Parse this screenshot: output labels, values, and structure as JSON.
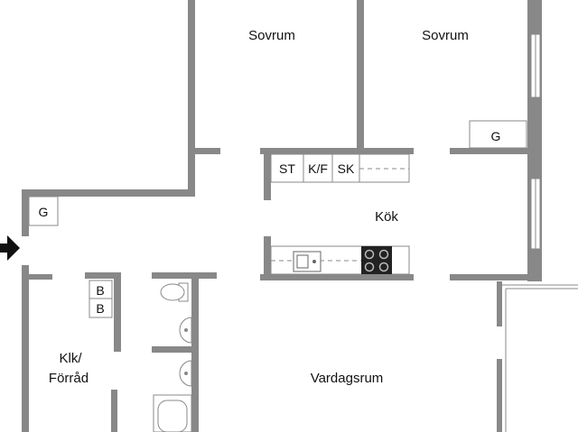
{
  "rooms": {
    "bedroom_left": "Sovrum",
    "bedroom_right": "Sovrum",
    "kitchen": "Kök",
    "living_room": "Vardagsrum",
    "closet_line1": "Klk/",
    "closet_line2": "Förråd"
  },
  "fixtures": {
    "wardrobe_right": "G",
    "wardrobe_entry": "G",
    "kitchen_cabinets": [
      "ST",
      "K/F",
      "SK"
    ],
    "bath_boxes": [
      "B",
      "B"
    ]
  },
  "icons": {
    "entrance": "entrance-arrow-icon",
    "stove": "stove-icon",
    "sink": "sink-icon",
    "toilet": "toilet-icon",
    "washbasin": "washbasin-icon",
    "bathtub": "bathtub-icon"
  },
  "colors": {
    "wall": "#888888",
    "text": "#111111",
    "stove": "#222222"
  }
}
